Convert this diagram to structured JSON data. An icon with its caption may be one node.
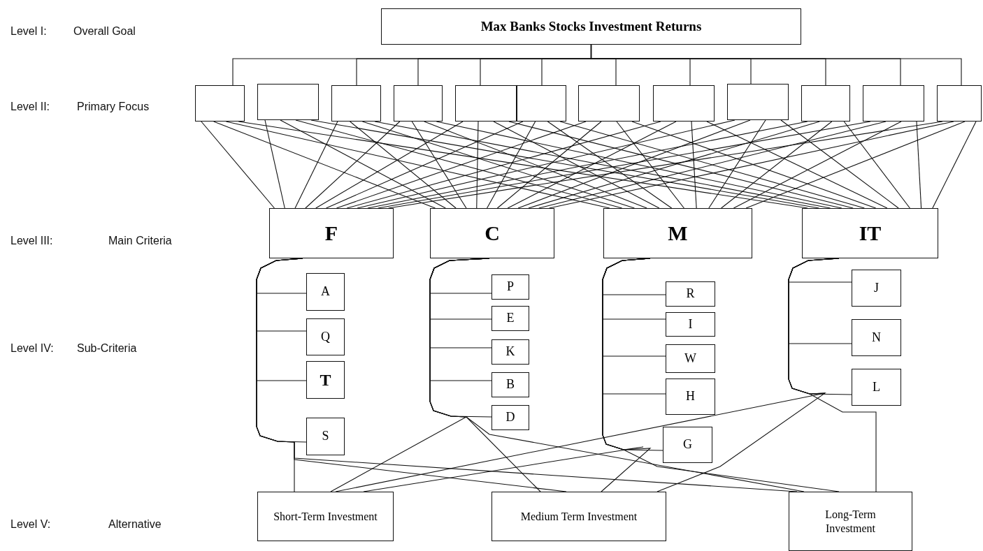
{
  "diagram": {
    "nodes": [
      {
        "text": [
          "Max Banks Stocks Investment Returns"
        ]
      },
      {
        "text": [],
        "shape": "box"
      },
      {
        "text": [],
        "shape": "box"
      },
      {
        "text": [],
        "shape": "box"
      },
      {
        "text": [],
        "shape": "box"
      },
      {
        "text": [],
        "shape": "box"
      },
      {
        "text": [],
        "shape": "box"
      },
      {
        "text": [],
        "shape": "box"
      },
      {
        "text": [],
        "shape": "box"
      },
      {
        "text": [],
        "shape": "box"
      },
      {
        "text": [],
        "shape": "box"
      },
      {
        "text": [],
        "shape": "box"
      },
      {
        "text": [],
        "shape": "box"
      },
      {
        "text": [
          "F"
        ]
      },
      {
        "text": [
          "C"
        ]
      },
      {
        "text": [
          "M"
        ]
      },
      {
        "text": [
          "IT"
        ]
      },
      {
        "text": [
          "A"
        ]
      },
      {
        "text": [
          "Q"
        ]
      },
      {
        "text": [
          "T"
        ]
      },
      {
        "text": [
          "S"
        ]
      },
      {
        "text": [
          "P"
        ]
      },
      {
        "text": [
          "E"
        ]
      },
      {
        "text": [
          "K"
        ]
      },
      {
        "text": [
          "B"
        ]
      },
      {
        "text": [
          "D"
        ]
      },
      {
        "text": [
          "R"
        ]
      },
      {
        "text": [
          "I"
        ]
      },
      {
        "text": [
          "W"
        ]
      },
      {
        "text": [
          "H"
        ]
      },
      {
        "text": [
          "G"
        ]
      },
      {
        "text": [
          "J"
        ]
      },
      {
        "text": [
          "N"
        ]
      },
      {
        "text": [
          "L"
        ]
      },
      {
        "text": [
          "Short-Term Investment"
        ]
      },
      {
        "text": [
          "Medium Term Investment"
        ]
      },
      {
        "text": [
          "Long-Term Investment"
        ]
      }
    ],
    "edges": [
      {
        "from": 0,
        "to": 1,
        "arrow": "none"
      },
      {
        "from": 0,
        "to": 3,
        "arrow": "none"
      },
      {
        "from": 0,
        "to": 4,
        "arrow": "none"
      },
      {
        "from": 0,
        "to": 5,
        "arrow": "none"
      },
      {
        "from": 0,
        "to": 6,
        "arrow": "none"
      },
      {
        "from": 0,
        "to": 7,
        "arrow": "none"
      },
      {
        "from": 0,
        "to": 8,
        "arrow": "none"
      },
      {
        "from": 0,
        "to": 9,
        "arrow": "none"
      },
      {
        "from": 0,
        "to": 10,
        "arrow": "none"
      },
      {
        "from": 0,
        "to": 11,
        "arrow": "none"
      },
      {
        "from": 0,
        "to": 12,
        "arrow": "none"
      },
      {
        "from": 1,
        "to": 13,
        "arrow": "none"
      },
      {
        "from": 1,
        "to": 14,
        "arrow": "none"
      },
      {
        "from": 1,
        "to": 15,
        "arrow": "none"
      },
      {
        "from": 1,
        "to": 16,
        "arrow": "none"
      },
      {
        "from": 2,
        "to": 13,
        "arrow": "none"
      },
      {
        "from": 2,
        "to": 14,
        "arrow": "none"
      },
      {
        "from": 2,
        "to": 15,
        "arrow": "none"
      },
      {
        "from": 2,
        "to": 16,
        "arrow": "none"
      },
      {
        "from": 3,
        "to": 13,
        "arrow": "none"
      },
      {
        "from": 3,
        "to": 14,
        "arrow": "none"
      },
      {
        "from": 3,
        "to": 15,
        "arrow": "none"
      },
      {
        "from": 3,
        "to": 16,
        "arrow": "none"
      },
      {
        "from": 4,
        "to": 13,
        "arrow": "none"
      },
      {
        "from": 4,
        "to": 14,
        "arrow": "none"
      },
      {
        "from": 4,
        "to": 15,
        "arrow": "none"
      },
      {
        "from": 4,
        "to": 16,
        "arrow": "none"
      },
      {
        "from": 5,
        "to": 13,
        "arrow": "none"
      },
      {
        "from": 5,
        "to": 14,
        "arrow": "none"
      },
      {
        "from": 5,
        "to": 15,
        "arrow": "none"
      },
      {
        "from": 5,
        "to": 16,
        "arrow": "none"
      },
      {
        "from": 6,
        "to": 13,
        "arrow": "none"
      },
      {
        "from": 6,
        "to": 14,
        "arrow": "none"
      },
      {
        "from": 6,
        "to": 15,
        "arrow": "none"
      },
      {
        "from": 6,
        "to": 16,
        "arrow": "none"
      },
      {
        "from": 7,
        "to": 13,
        "arrow": "none"
      },
      {
        "from": 7,
        "to": 14,
        "arrow": "none"
      },
      {
        "from": 7,
        "to": 15,
        "arrow": "none"
      },
      {
        "from": 7,
        "to": 16,
        "arrow": "none"
      },
      {
        "from": 8,
        "to": 13,
        "arrow": "none"
      },
      {
        "from": 8,
        "to": 14,
        "arrow": "none"
      },
      {
        "from": 8,
        "to": 15,
        "arrow": "none"
      },
      {
        "from": 8,
        "to": 16,
        "arrow": "none"
      },
      {
        "from": 9,
        "to": 13,
        "arrow": "none"
      },
      {
        "from": 9,
        "to": 14,
        "arrow": "none"
      },
      {
        "from": 9,
        "to": 15,
        "arrow": "none"
      },
      {
        "from": 9,
        "to": 16,
        "arrow": "none"
      },
      {
        "from": 10,
        "to": 13,
        "arrow": "none"
      },
      {
        "from": 10,
        "to": 14,
        "arrow": "none"
      },
      {
        "from": 10,
        "to": 15,
        "arrow": "none"
      },
      {
        "from": 10,
        "to": 16,
        "arrow": "none"
      },
      {
        "from": 11,
        "to": 13,
        "arrow": "none"
      },
      {
        "from": 11,
        "to": 14,
        "arrow": "none"
      },
      {
        "from": 11,
        "to": 15,
        "arrow": "none"
      },
      {
        "from": 11,
        "to": 16,
        "arrow": "none"
      },
      {
        "from": 12,
        "to": 13,
        "arrow": "none"
      },
      {
        "from": 12,
        "to": 14,
        "arrow": "none"
      },
      {
        "from": 12,
        "to": 15,
        "arrow": "none"
      },
      {
        "from": 12,
        "to": 16,
        "arrow": "none"
      },
      {
        "from": 13,
        "to": 17,
        "arrow": "none"
      },
      {
        "from": 13,
        "to": 18,
        "arrow": "none"
      },
      {
        "from": 13,
        "to": 19,
        "arrow": "none"
      },
      {
        "from": 13,
        "to": 20,
        "arrow": "none"
      },
      {
        "from": 14,
        "to": 21,
        "arrow": "none"
      },
      {
        "from": 14,
        "to": 22,
        "arrow": "none"
      },
      {
        "from": 14,
        "to": 23,
        "arrow": "none"
      },
      {
        "from": 14,
        "to": 24,
        "arrow": "none"
      },
      {
        "from": 14,
        "to": 25,
        "arrow": "none"
      },
      {
        "from": 15,
        "to": 26,
        "arrow": "none"
      },
      {
        "from": 15,
        "to": 27,
        "arrow": "none"
      },
      {
        "from": 15,
        "to": 28,
        "arrow": "none"
      },
      {
        "from": 15,
        "to": 29,
        "arrow": "none"
      },
      {
        "from": 15,
        "to": 30,
        "arrow": "none"
      },
      {
        "from": 16,
        "to": 31,
        "arrow": "none"
      },
      {
        "from": 16,
        "to": 32,
        "arrow": "none"
      },
      {
        "from": 16,
        "to": 33,
        "arrow": "none"
      },
      {
        "from": 13,
        "to": 34,
        "arrow": "none"
      },
      {
        "from": 13,
        "to": 35,
        "arrow": "none"
      },
      {
        "from": 13,
        "to": 36,
        "arrow": "none"
      },
      {
        "from": 14,
        "to": 34,
        "arrow": "none"
      },
      {
        "from": 14,
        "to": 35,
        "arrow": "none"
      },
      {
        "from": 14,
        "to": 36,
        "arrow": "none"
      },
      {
        "from": 15,
        "to": 34,
        "arrow": "none"
      },
      {
        "from": 15,
        "to": 35,
        "arrow": "none"
      },
      {
        "from": 15,
        "to": 36,
        "arrow": "none"
      },
      {
        "from": 16,
        "to": 34,
        "arrow": "none"
      },
      {
        "from": 16,
        "to": 35,
        "arrow": "none"
      },
      {
        "from": 16,
        "to": 36,
        "arrow": "none"
      }
    ],
    "labels": [
      "Level I:",
      "Overall Goal",
      "Level II:",
      "Primary Focus",
      "Level III:",
      "Main Criteria",
      "Level IV:",
      "Sub-Criteria",
      "Level V:",
      "Alternative"
    ]
  }
}
